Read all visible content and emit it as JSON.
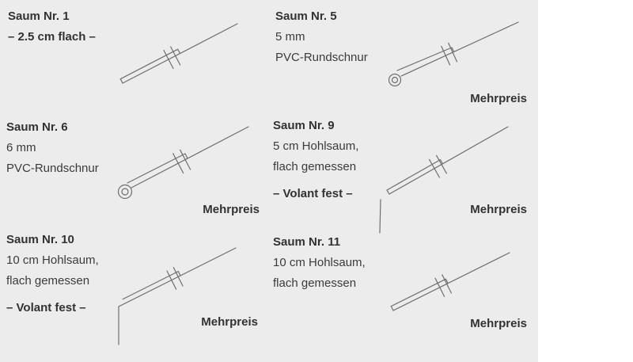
{
  "background": {
    "panel_color": "#ececec",
    "page_color": "#ffffff",
    "line_color": "#6e6e6e",
    "text_color": "#3b3b3b"
  },
  "panels": [
    {
      "title": "Saum Nr. 1",
      "note": "– 2.5 cm flach –",
      "line1": "",
      "line2": "",
      "mehrpreis": ""
    },
    {
      "title": "Saum Nr. 5",
      "line1": "5 mm",
      "line2": "PVC-Rundschnur",
      "note": "",
      "mehrpreis": "Mehrpreis"
    },
    {
      "title": "Saum Nr. 6",
      "line1": "6 mm",
      "line2": "PVC-Rundschnur",
      "note": "",
      "mehrpreis": "Mehrpreis"
    },
    {
      "title": "Saum Nr. 9",
      "line1": "5 cm Hohlsaum,",
      "line2": "flach gemessen",
      "note": "– Volant fest –",
      "mehrpreis": "Mehrpreis"
    },
    {
      "title": "Saum Nr. 10",
      "line1": "10 cm Hohlsaum,",
      "line2": "flach gemessen",
      "note": "– Volant fest –",
      "mehrpreis": "Mehrpreis"
    },
    {
      "title": "Saum Nr. 11",
      "line1": "10 cm Hohlsaum,",
      "line2": "flach gemessen",
      "note": "",
      "mehrpreis": "Mehrpreis"
    }
  ]
}
